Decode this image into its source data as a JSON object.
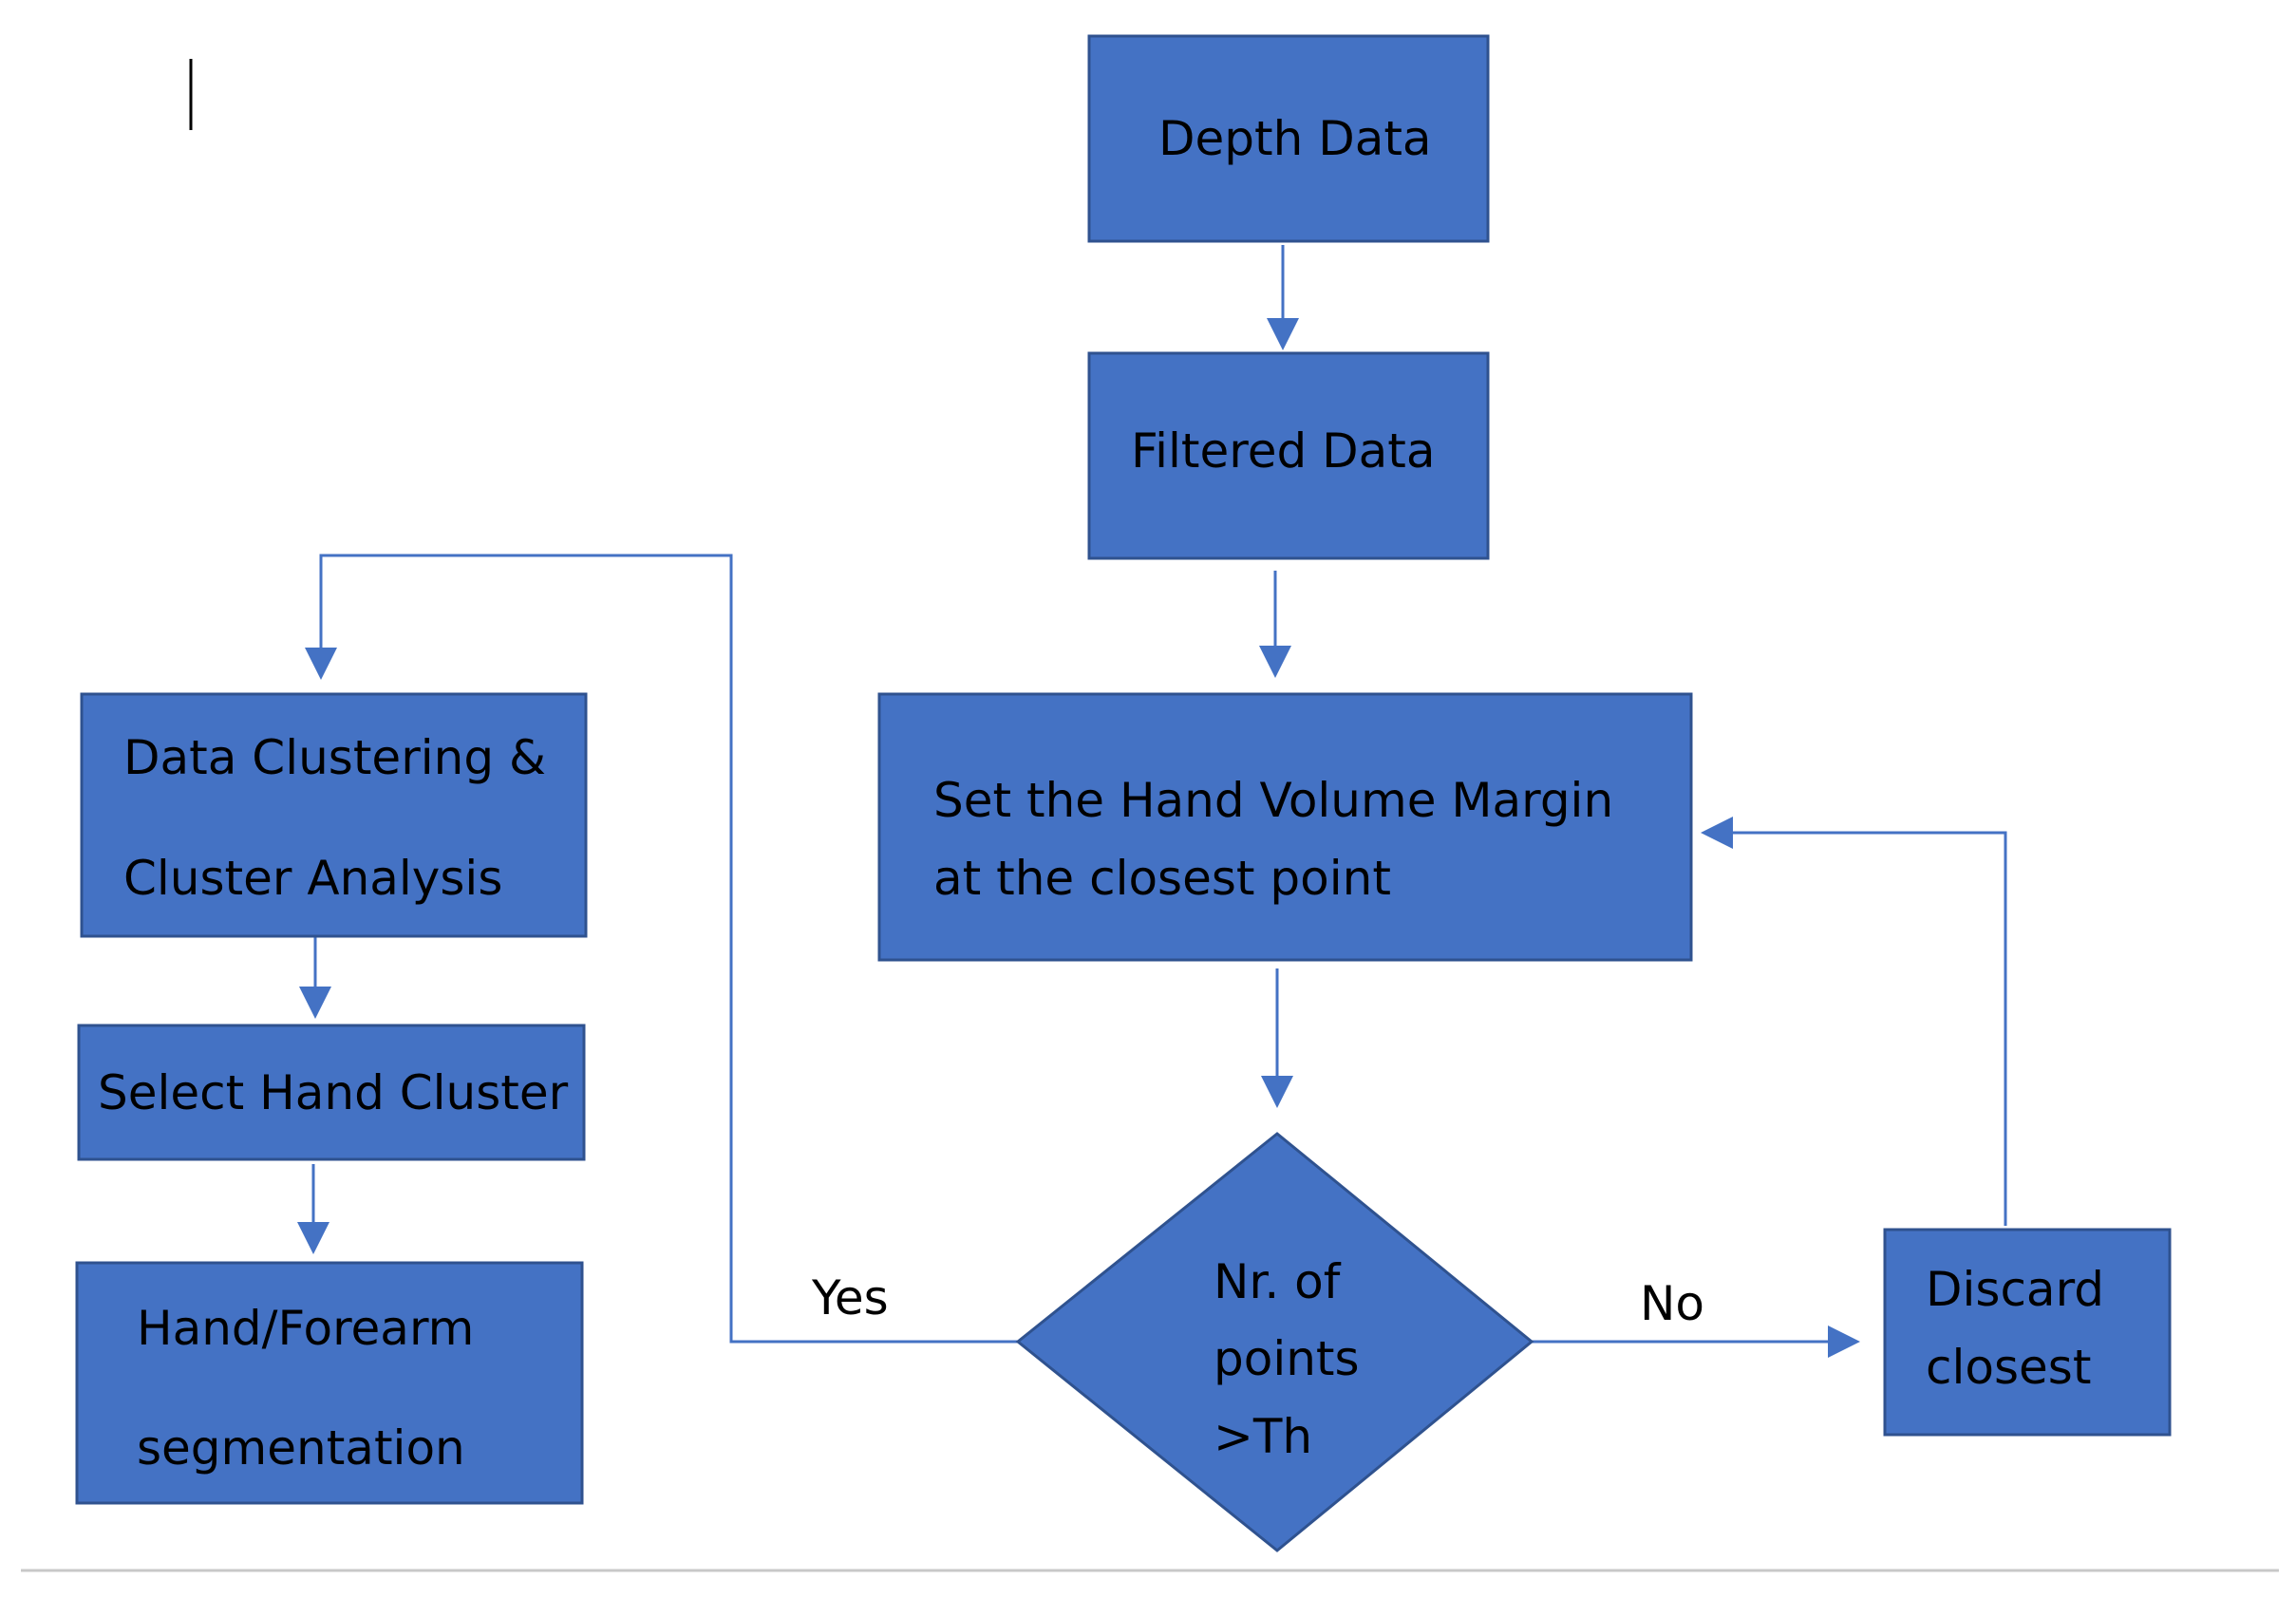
{
  "colors": {
    "node_fill": "#4472c4",
    "node_border": "#2f528f",
    "connector": "#4472c4",
    "text": "#000000"
  },
  "nodes": {
    "depth_data": {
      "label": "Depth Data"
    },
    "filtered_data": {
      "label": "Filtered Data"
    },
    "set_margin": {
      "lines": [
        "Set the Hand Volume Margin",
        "at the closest point"
      ]
    },
    "decision": {
      "lines": [
        "Nr. of",
        "points",
        ">Th"
      ]
    },
    "discard": {
      "lines": [
        "Discard",
        "closest"
      ]
    },
    "clustering": {
      "lines": [
        "Data Clustering &",
        "Cluster Analysis"
      ]
    },
    "select_cluster": {
      "label": "Select Hand Cluster"
    },
    "segmentation": {
      "lines": [
        "Hand/Forearm",
        "segmentation"
      ]
    }
  },
  "edges": {
    "yes_label": "Yes",
    "no_label": "No"
  }
}
